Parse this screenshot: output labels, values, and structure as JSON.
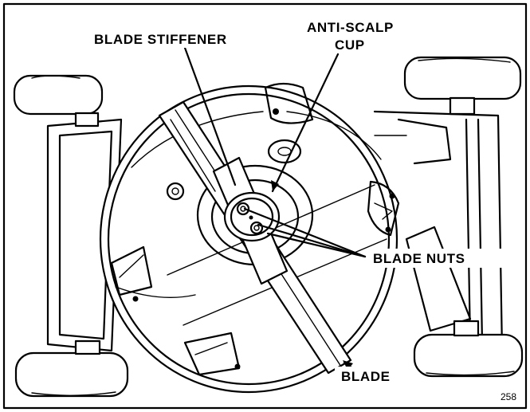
{
  "labels": {
    "blade_stiffener": "BLADE STIFFENER",
    "anti_scalp_line1": "ANTI-SCALP",
    "anti_scalp_line2": "CUP",
    "blade_nuts": "BLADE NUTS",
    "blade": "BLADE"
  },
  "figure_number": "258",
  "colors": {
    "ink": "#000000",
    "paper": "#ffffff"
  }
}
